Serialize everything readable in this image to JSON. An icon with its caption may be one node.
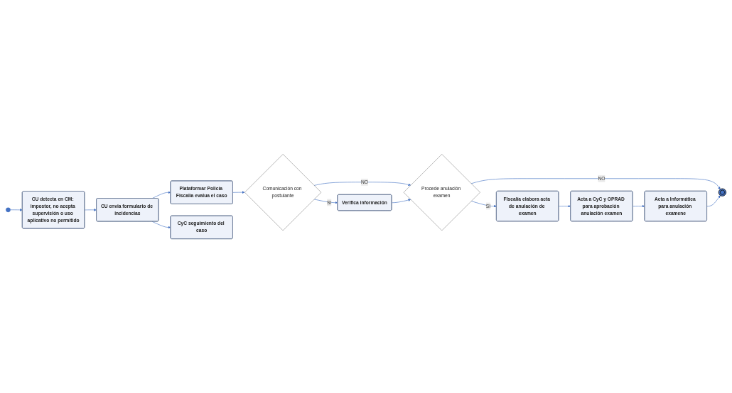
{
  "diagram": {
    "nodes": [
      {
        "text": [],
        "shape": "circle"
      },
      {
        "text": [
          "CU detecta en CM: impostor, no acepta supervisión o uso aplicativo no permitido"
        ]
      },
      {
        "text": [
          "CU envia formulario de incidencias"
        ]
      },
      {
        "text": [
          "Plataformar Policía Fiscalía evalua el caso"
        ]
      },
      {
        "text": [
          "CyC seguimiento del caso"
        ]
      },
      {
        "text": [
          "Comunicación con postulante"
        ]
      },
      {
        "text": [
          "Procede anulación examen"
        ]
      },
      {
        "text": [],
        "shape": "circle"
      },
      {
        "text": [
          "Verifica información"
        ]
      },
      {
        "text": [
          "FIscalía elabora acta de anulación de examen"
        ]
      },
      {
        "text": [
          "Acta a CyC y OPRAD para aprobación anulación examen"
        ]
      },
      {
        "text": [
          "Acta a Informática para anulación examene"
        ]
      }
    ],
    "edges": [
      {
        "from": 0,
        "to": 1,
        "arrow": "to"
      },
      {
        "from": 1,
        "to": 2,
        "arrow": "to"
      },
      {
        "from": 2,
        "to": 3,
        "arrow": "to"
      },
      {
        "from": 2,
        "to": 4,
        "arrow": "to"
      },
      {
        "from": 3,
        "to": 5,
        "arrow": "to"
      },
      {
        "from": 5,
        "to": 6,
        "arrow": "to",
        "label": "NO"
      },
      {
        "from": 5,
        "to": 8,
        "arrow": "to",
        "label": "SI"
      },
      {
        "from": 8,
        "to": 6,
        "arrow": "to"
      },
      {
        "from": 6,
        "to": 7,
        "arrow": "to",
        "label": "NO"
      },
      {
        "from": 6,
        "to": 9,
        "arrow": "to",
        "label": "SI"
      },
      {
        "from": 9,
        "to": 10,
        "arrow": "to"
      },
      {
        "from": 10,
        "to": 11,
        "arrow": "to"
      },
      {
        "from": 11,
        "to": 7,
        "arrow": "to"
      }
    ]
  }
}
